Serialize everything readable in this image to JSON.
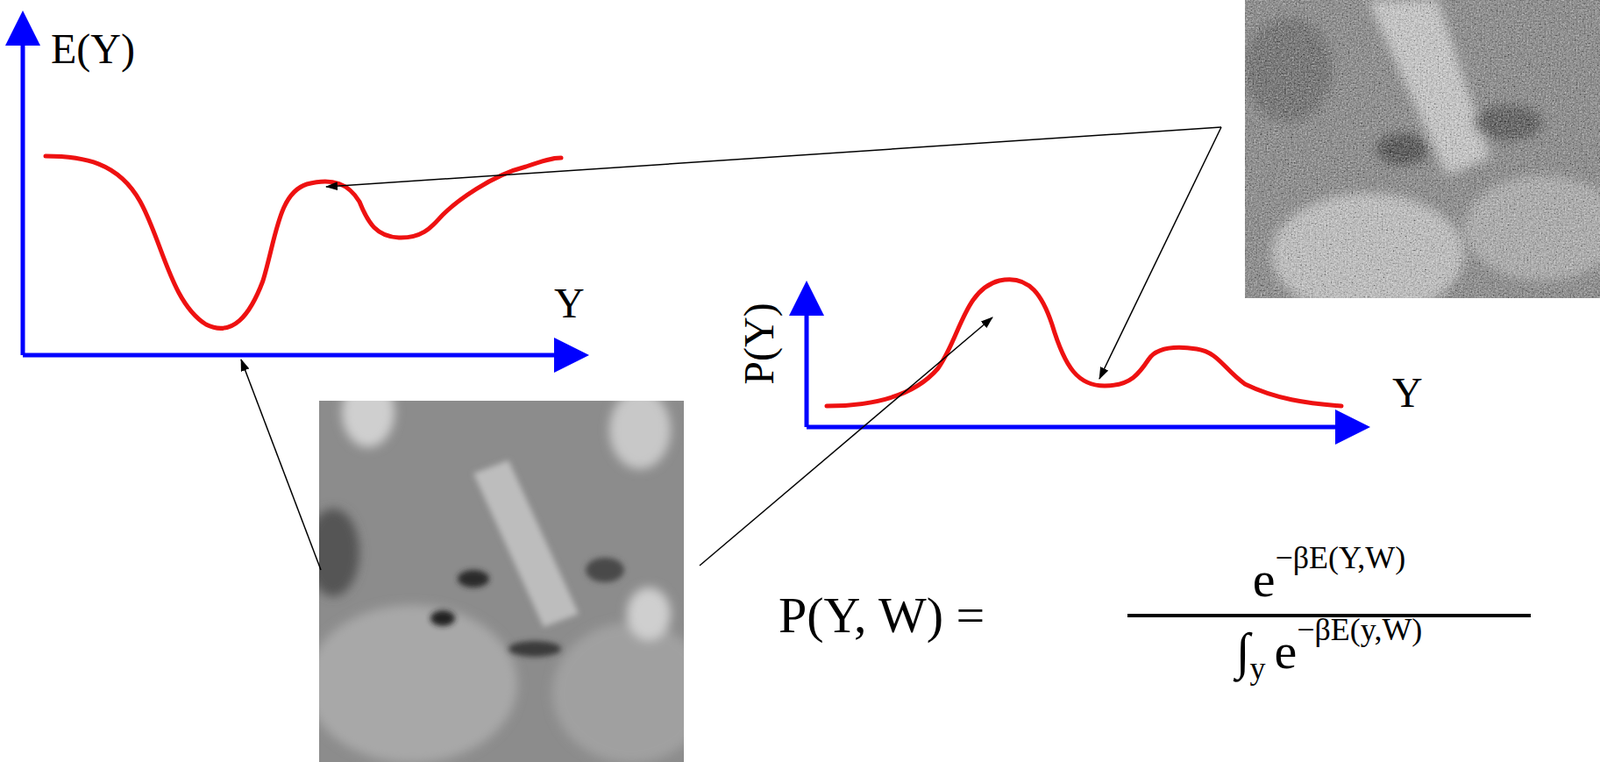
{
  "diagram": {
    "labels": [
      "E(Y)",
      "Y",
      "P(Y)",
      "Y",
      "P(Y, W) =",
      "e",
      "−βE(Y,W)",
      "∫",
      "y",
      "e",
      "−βE(y,W)"
    ]
  }
}
